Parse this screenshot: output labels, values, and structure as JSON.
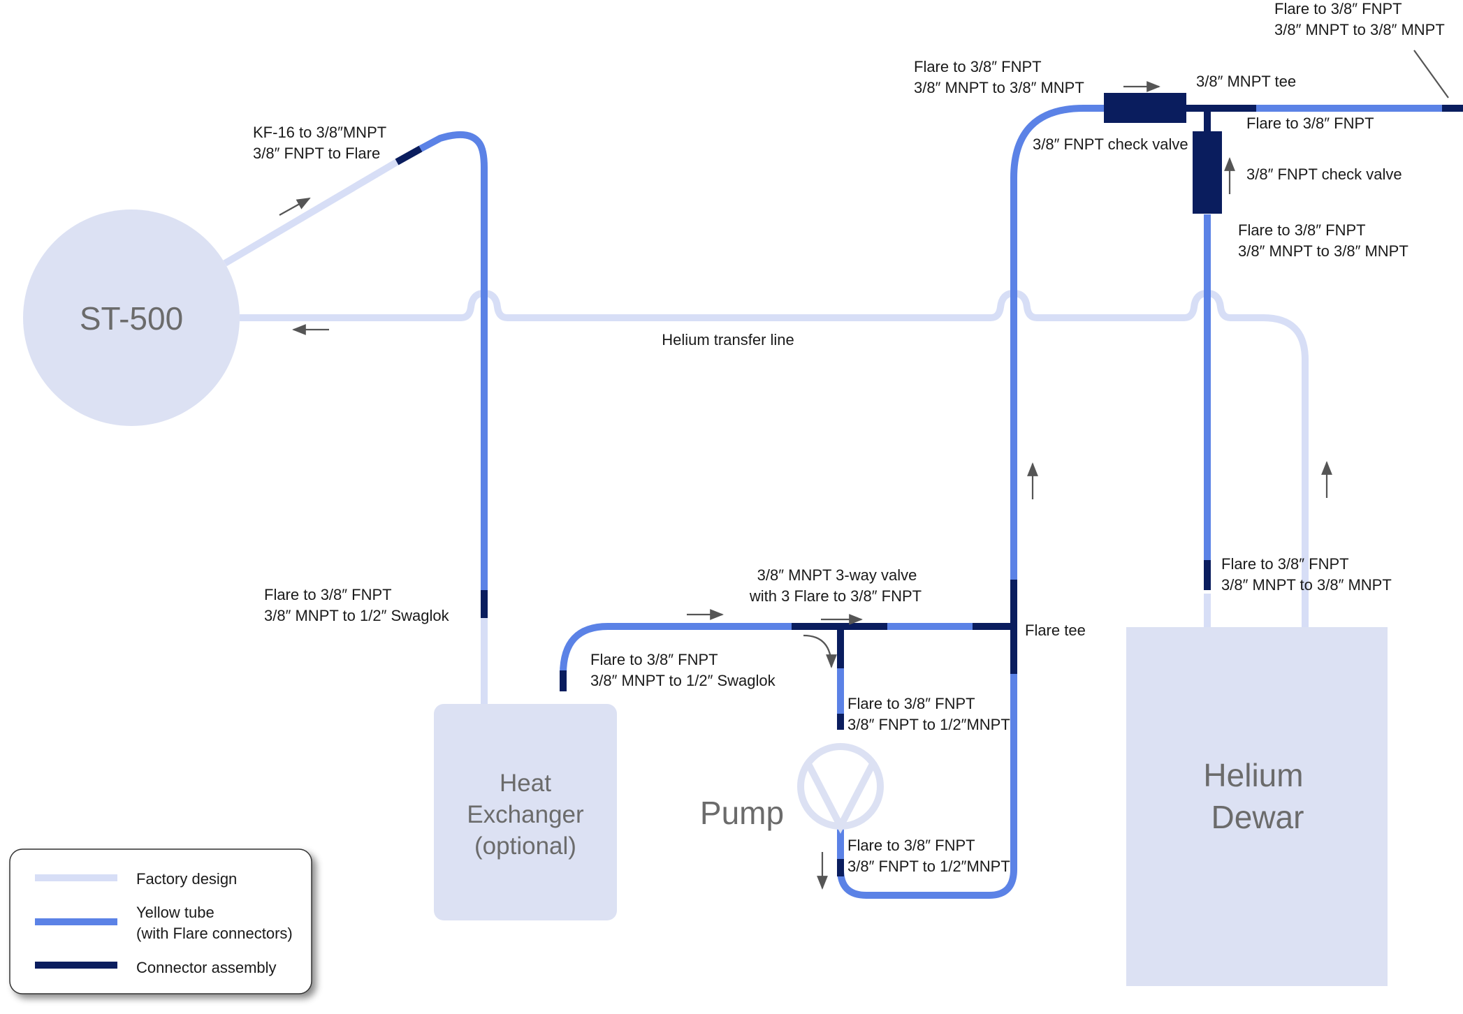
{
  "components": {
    "st500": "ST-500",
    "heat_exchanger": [
      "Heat",
      "Exchanger",
      "(optional)"
    ],
    "pump": "Pump",
    "helium_dewar": [
      "Helium",
      "Dewar"
    ]
  },
  "labels": {
    "kf16": [
      "KF-16 to 3/8″MNPT",
      "3/8″ FNPT to Flare"
    ],
    "hx_top": [
      "Flare to 3/8″ FNPT",
      "3/8″ MNPT to 1/2″ Swaglok"
    ],
    "hx_right": [
      "Flare to 3/8″ FNPT",
      "3/8″ MNPT to 1/2″ Swaglok"
    ],
    "three_way_valve": [
      "3/8″ MNPT 3-way valve",
      "with 3 Flare to 3/8″ FNPT"
    ],
    "flare_tee": "Flare tee",
    "pump_top": [
      "Flare to 3/8″ FNPT",
      "3/8″ FNPT to 1/2″MNPT"
    ],
    "pump_bottom": [
      "Flare to 3/8″ FNPT",
      "3/8″ FNPT to 1/2″MNPT"
    ],
    "top_left_check": [
      "Flare to 3/8″ FNPT",
      "3/8″ MNPT to 3/8″ MNPT"
    ],
    "check_valve_left": "3/8″ FNPT check valve",
    "mnpt_tee": "3/8″ MNPT tee",
    "flare_to_fnpt_right": "Flare to 3/8″ FNPT",
    "check_valve_right": "3/8″ FNPT check valve",
    "below_check_right": [
      "Flare to 3/8″ FNPT",
      "3/8″ MNPT to 3/8″ MNPT"
    ],
    "top_corner": [
      "Flare to 3/8″ FNPT",
      "3/8″ MNPT to 3/8″ MNPT"
    ],
    "dewar_riser": [
      "Flare to 3/8″ FNPT",
      "3/8″ MNPT to 3/8″ MNPT"
    ],
    "transfer_line": "Helium transfer line"
  },
  "legend": {
    "items": [
      {
        "label": [
          "Factory design"
        ],
        "color": "#d7def6"
      },
      {
        "label": [
          "Yellow tube",
          "(with Flare connectors)"
        ],
        "color": "#5b82e6"
      },
      {
        "label": [
          "Connector assembly"
        ],
        "color": "#0a1d5e"
      }
    ]
  },
  "colors": {
    "factory": "#d7def6",
    "yellow_tube": "#5b82e6",
    "connector": "#0a1d5e",
    "component_fill": "#dce1f3"
  }
}
